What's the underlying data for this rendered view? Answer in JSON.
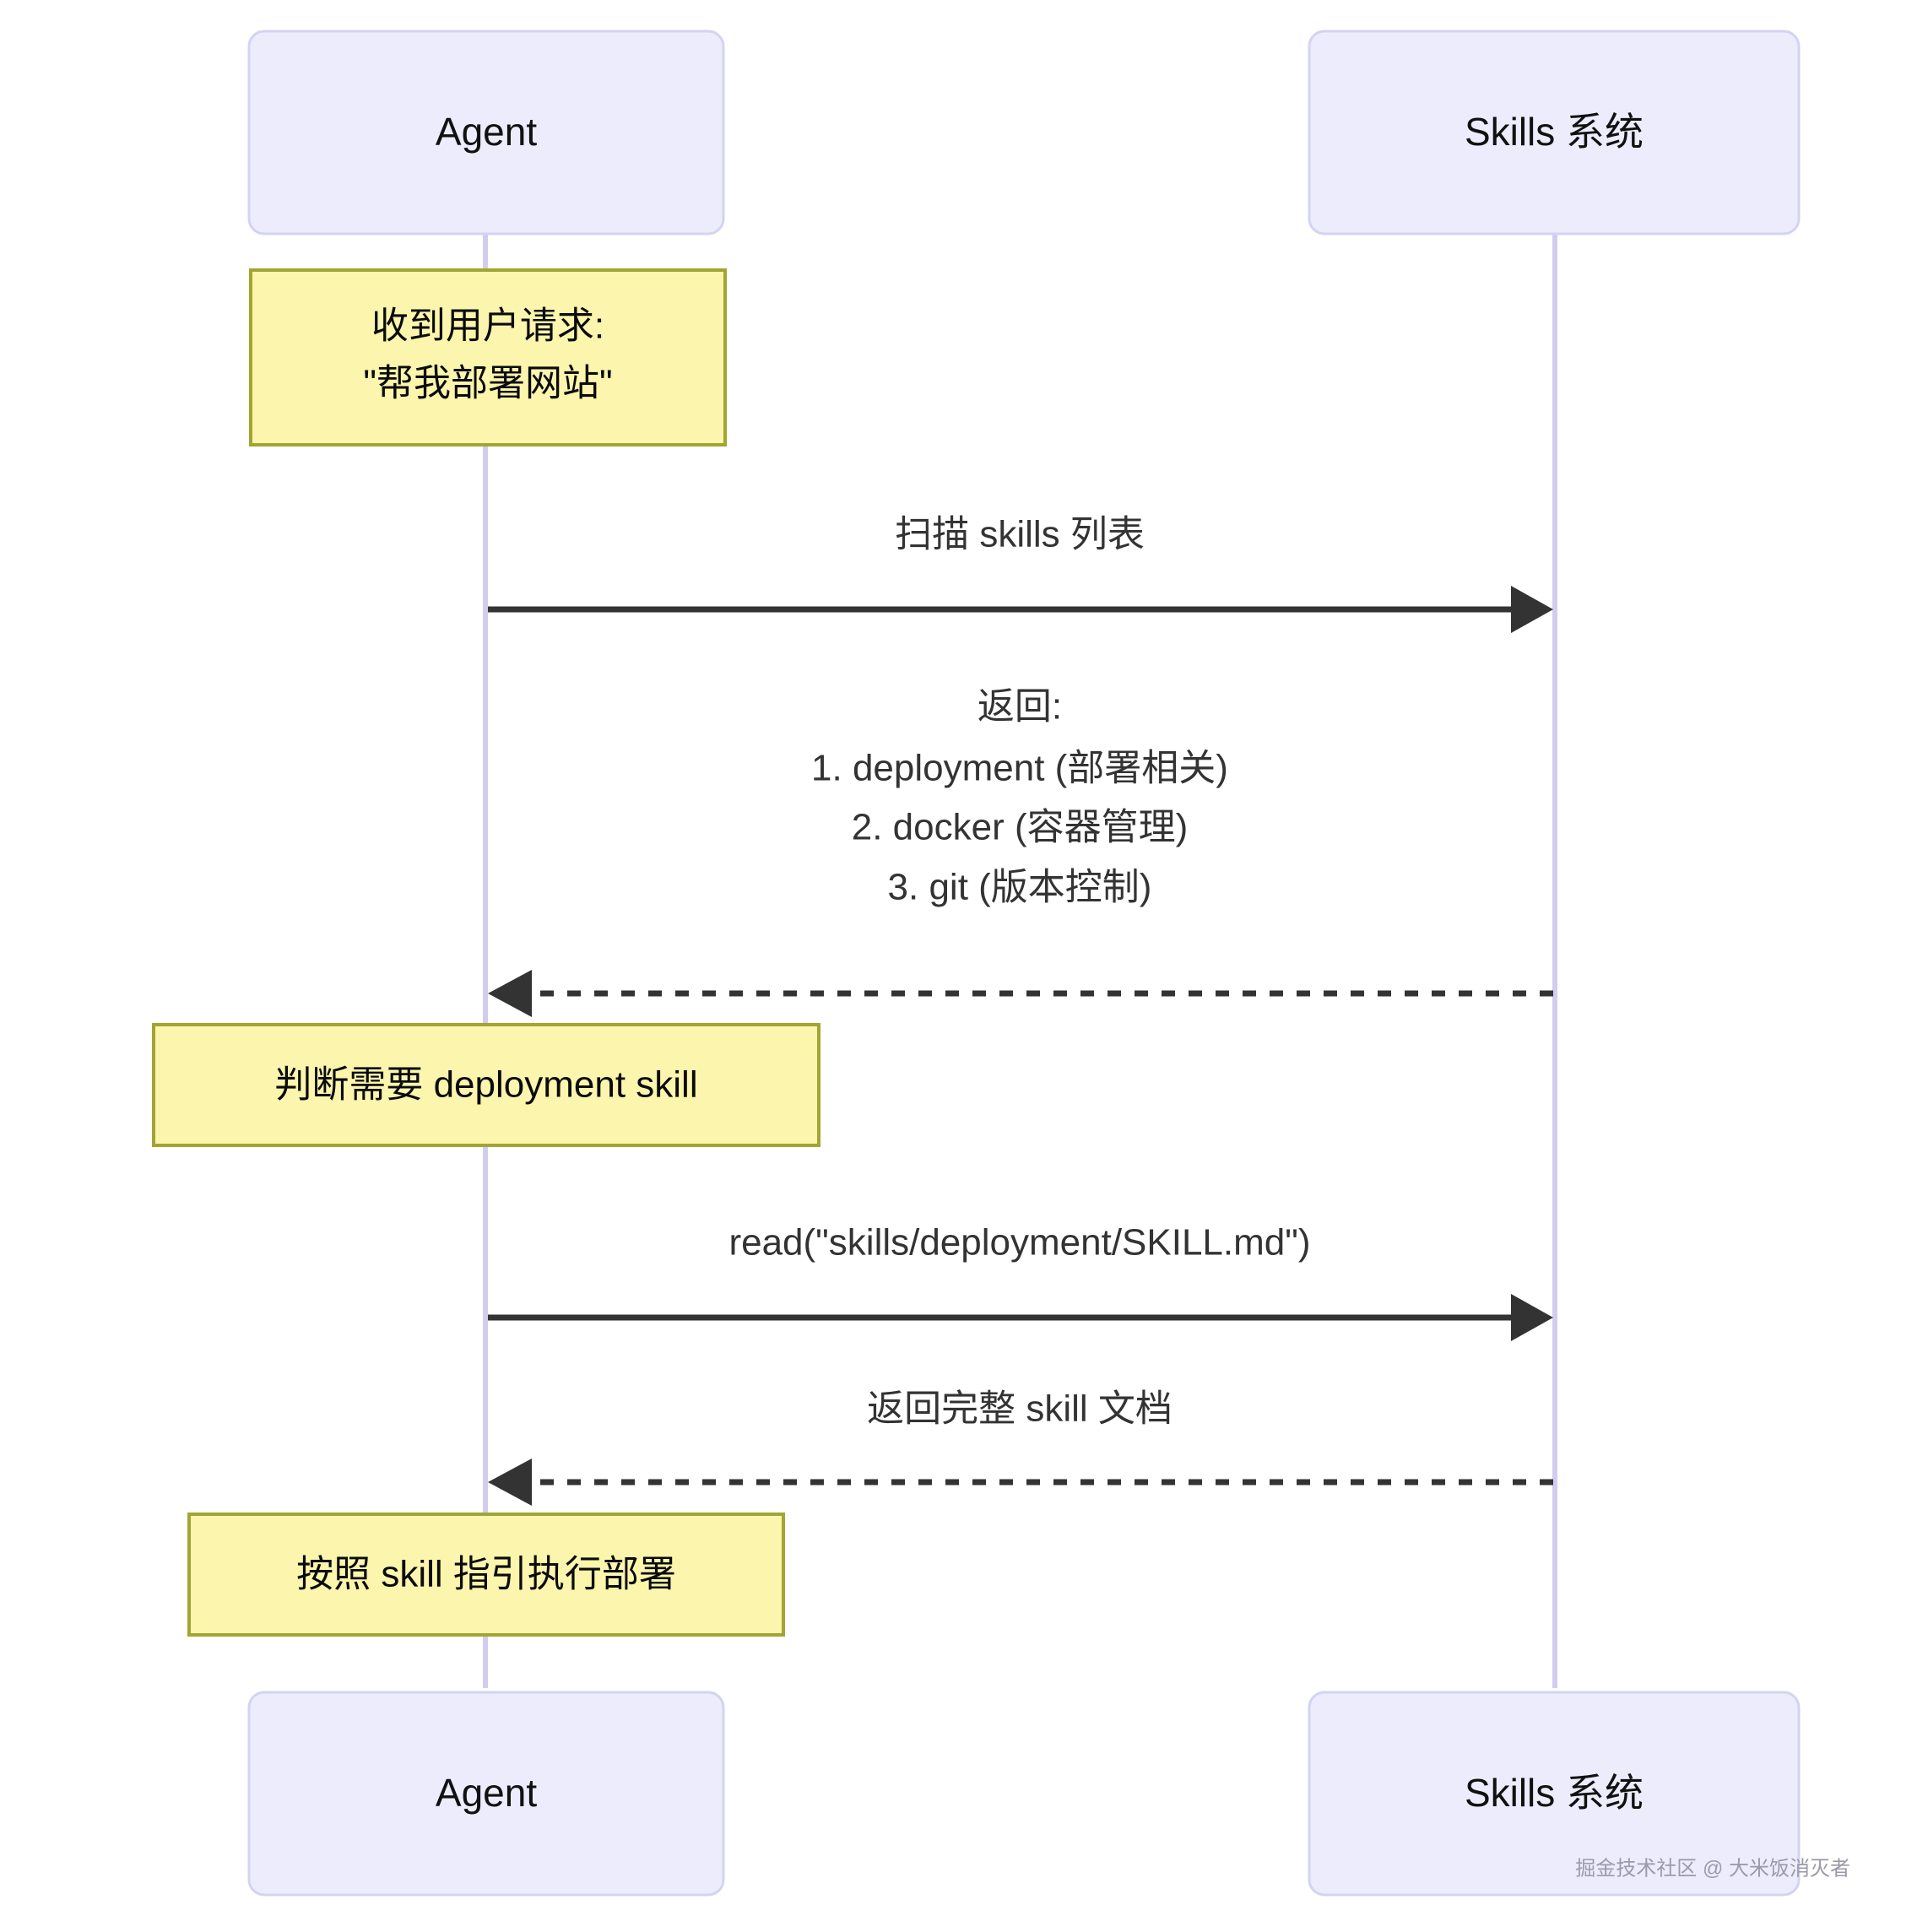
{
  "diagram": {
    "type": "sequence-diagram",
    "background_color": "#ffffff",
    "participant_fill": "#ececfc",
    "participant_stroke": "#d3d3f3",
    "note_fill": "#fbf5ad",
    "note_stroke": "#a2a531",
    "line_color": "#333333",
    "lifeline_color": "#d2cdf0"
  },
  "participants": [
    {
      "id": "agent",
      "label": "Agent"
    },
    {
      "id": "skills",
      "label": "Skills 系统"
    }
  ],
  "participants_bottom": [
    {
      "id": "agent",
      "label": "Agent"
    },
    {
      "id": "skills",
      "label": "Skills 系统"
    }
  ],
  "notes": [
    {
      "id": "note-1",
      "over": "agent",
      "lines": [
        "收到用户请求:",
        "\"帮我部署网站\""
      ]
    },
    {
      "id": "note-2",
      "over": "agent",
      "lines": [
        "判断需要 deployment skill"
      ]
    },
    {
      "id": "note-3",
      "over": "agent",
      "lines": [
        "按照 skill 指引执行部署"
      ]
    }
  ],
  "messages": [
    {
      "id": "msg-1",
      "from": "agent",
      "to": "skills",
      "style": "solid",
      "direction": "right",
      "lines": [
        "扫描 skills 列表"
      ]
    },
    {
      "id": "msg-2",
      "from": "skills",
      "to": "agent",
      "style": "dashed",
      "direction": "left",
      "lines": [
        "返回:",
        "1. deployment (部署相关)",
        "2. docker (容器管理)",
        "3. git (版本控制)"
      ]
    },
    {
      "id": "msg-3",
      "from": "agent",
      "to": "skills",
      "style": "solid",
      "direction": "right",
      "lines": [
        "read(\"skills/deployment/SKILL.md\")"
      ]
    },
    {
      "id": "msg-4",
      "from": "skills",
      "to": "agent",
      "style": "dashed",
      "direction": "left",
      "lines": [
        "返回完整 skill 文档"
      ]
    }
  ],
  "watermark": {
    "text": "掘金技术社区 @ 大米饭消灭者"
  }
}
